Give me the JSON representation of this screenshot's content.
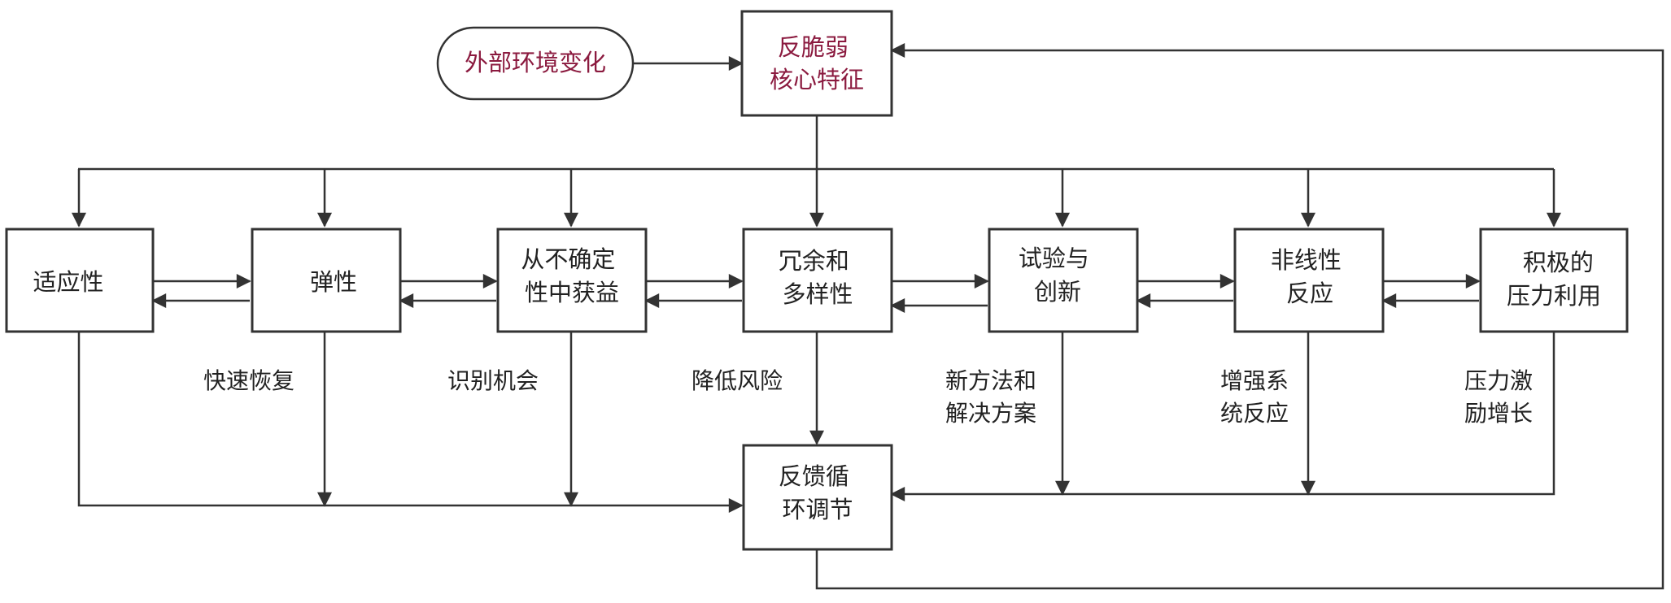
{
  "external": {
    "label": "外部环境变化"
  },
  "core": {
    "lines": [
      "反脆弱",
      "核心特征"
    ]
  },
  "characteristics": [
    {
      "lines": [
        "适应性"
      ]
    },
    {
      "lines": [
        "弹性"
      ]
    },
    {
      "lines": [
        "从不确定",
        "性中获益"
      ]
    },
    {
      "lines": [
        "冗余和",
        "多样性"
      ]
    },
    {
      "lines": [
        "试验与",
        "创新"
      ]
    },
    {
      "lines": [
        "非线性",
        "反应"
      ]
    },
    {
      "lines": [
        "积极的",
        "压力利用"
      ]
    }
  ],
  "effects": [
    {
      "lines": [
        "快速恢复"
      ]
    },
    {
      "lines": [
        "识别机会"
      ]
    },
    {
      "lines": [
        "降低风险"
      ]
    },
    {
      "lines": [
        "新方法和",
        "解决方案"
      ]
    },
    {
      "lines": [
        "增强系",
        "统反应"
      ]
    },
    {
      "lines": [
        "压力激",
        "励增长"
      ]
    }
  ],
  "feedback": {
    "lines": [
      "反馈循",
      "环调节"
    ]
  },
  "colors": {
    "core_text": "#8b1a3f",
    "line": "#333333",
    "text": "#222222"
  }
}
